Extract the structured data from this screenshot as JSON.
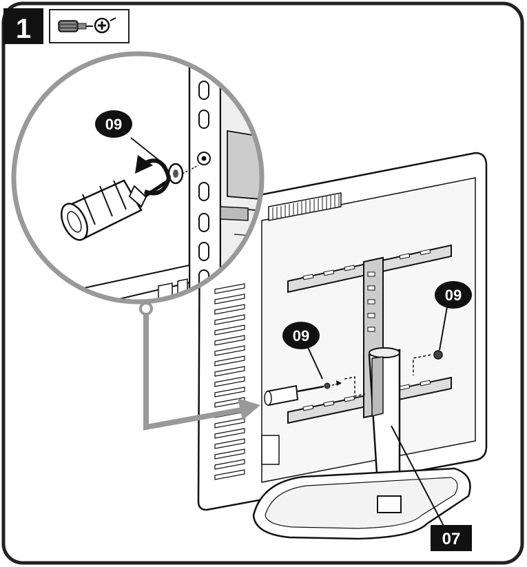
{
  "step": {
    "number": "1"
  },
  "tool": {
    "icon": "phillips-screwdriver-icon"
  },
  "parts": {
    "screw_label": "09",
    "bracket_label": "07"
  },
  "colors": {
    "ink": "#111111",
    "frame": "#222222",
    "arrow": "#999999",
    "paper": "#ffffff",
    "shade": "#dddddd"
  }
}
